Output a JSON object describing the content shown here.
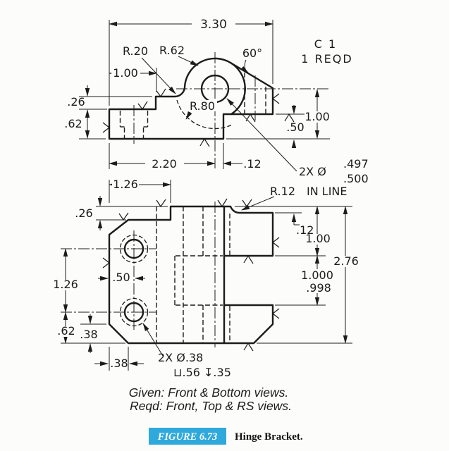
{
  "drawing": {
    "part_code": "C 1",
    "qty_note": "1 REQD",
    "front_view": {
      "width": "3.30",
      "left_offset": "1.00",
      "step_height": ".26",
      "base_height": ".62",
      "fillet_radius": "R.20",
      "boss_radius": "R.62",
      "blend_radius": "R.80",
      "angle": "60°",
      "base_length": "2.20",
      "offset": ".12",
      "tab_bottom": ".50",
      "tab_top": "1.00",
      "hole_note": "2X Ø",
      "hole_upper": ".497",
      "hole_lower": ".500",
      "hole_suffix": "IN LINE"
    },
    "bottom_view": {
      "top_width": "1.26",
      "top_step": ".26",
      "notch_radius": "R.12",
      "notch_depth": ".12",
      "prong_width": "1.00",
      "slot_upper": "1.000",
      "slot_lower": ".998",
      "overall_depth": "2.76",
      "hole_offset": ".50",
      "hole_spacing": "1.26",
      "edge_offset": ".62",
      "chamfer_v": ".38",
      "chamfer_h": ".38",
      "hole_note": "2X Ø.38",
      "cbore_note": "⊔.56 ↧.35"
    },
    "notes": {
      "given": "Given: Front & Bottom views.",
      "reqd": "Reqd: Front, Top & RS views."
    },
    "caption": {
      "figure_label": "FIGURE 6.73",
      "title": "Hinge Bracket.",
      "accent_color": "#2FA9DC"
    }
  }
}
